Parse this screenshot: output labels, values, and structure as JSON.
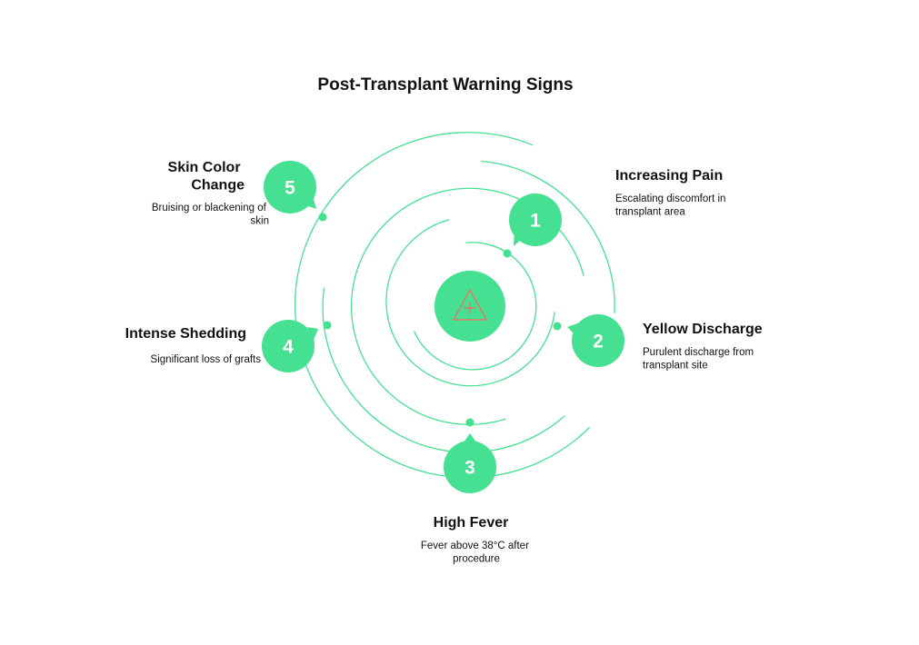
{
  "title": "Post-Transplant Warning Signs",
  "colors": {
    "accent": "#45e091",
    "line": "#45e091",
    "center_icon": "#e0796b",
    "text": "#111111"
  },
  "center": {
    "icon": "warning-triangle-plus-icon"
  },
  "items": [
    {
      "number": "1",
      "title": [
        "Increasing Pain"
      ],
      "description": [
        "Escalating discomfort in",
        "transplant area"
      ]
    },
    {
      "number": "2",
      "title": [
        "Yellow Discharge"
      ],
      "description": [
        "Purulent discharge from",
        "transplant site"
      ]
    },
    {
      "number": "3",
      "title": [
        "High Fever"
      ],
      "description": [
        "Fever above 38°C after",
        "procedure"
      ]
    },
    {
      "number": "4",
      "title": [
        "Intense Shedding"
      ],
      "description": [
        "Significant loss of grafts"
      ]
    },
    {
      "number": "5",
      "title": [
        "Skin Color",
        "Change"
      ],
      "description": [
        "Bruising or blackening of",
        "skin"
      ]
    }
  ]
}
